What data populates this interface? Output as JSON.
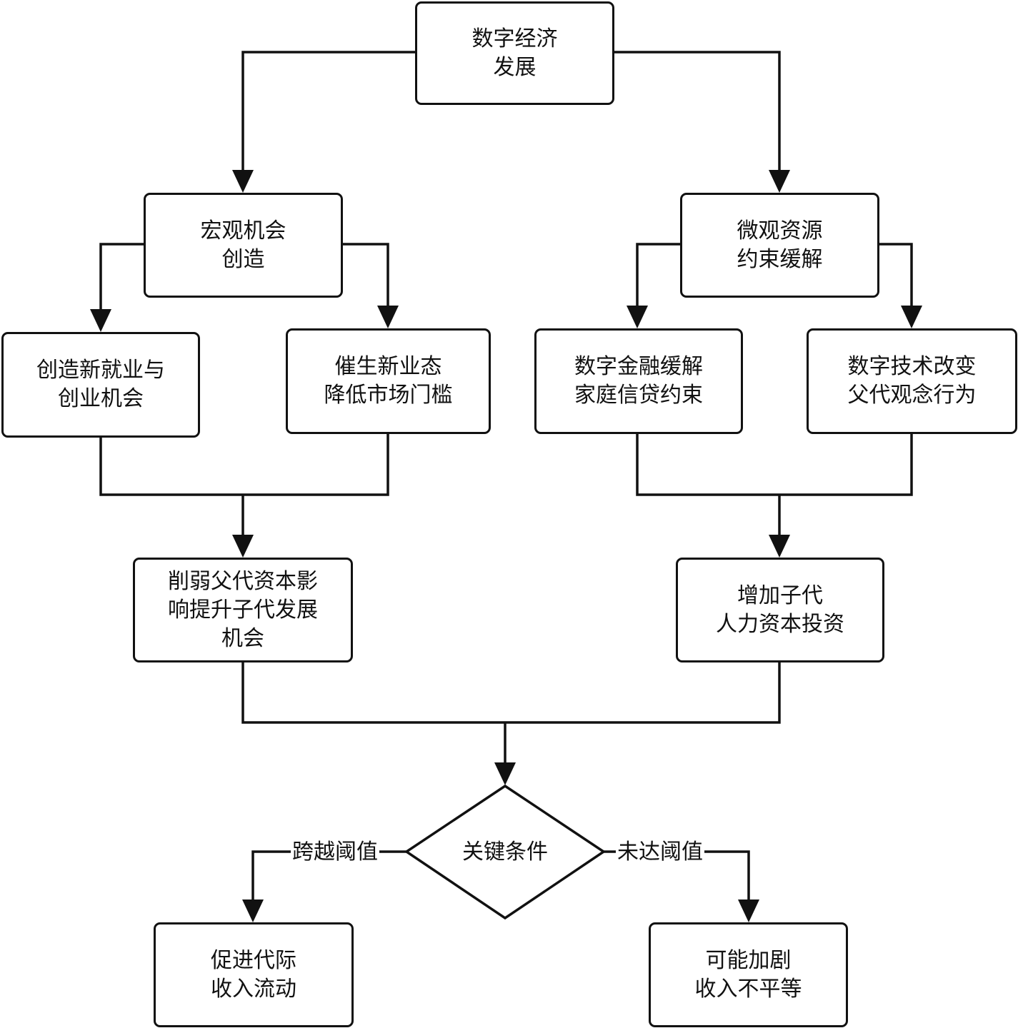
{
  "diagram": {
    "type": "flowchart",
    "nodes": {
      "root": "数字经济\n发展",
      "macro": "宏观机会\n创造",
      "micro": "微观资源\n约束缓解",
      "jobs": "创造新就业与\n创业机会",
      "new_business": "催生新业态\n降低市场门槛",
      "digital_finance": "数字金融缓解\n家庭信贷约束",
      "digital_tech": "数字技术改变\n父代观念行为",
      "weaken_parent": "削弱父代资本影\n响提升子代发展\n机会",
      "human_capital": "增加子代\n人力资本投资",
      "key_condition": "关键条件",
      "promote_mobility": "促进代际\n收入流动",
      "worsen_inequality": "可能加剧\n收入不平等"
    },
    "edge_labels": {
      "cross_threshold": "跨越阈值",
      "below_threshold": "未达阈值"
    }
  },
  "colors": {
    "stroke": "#111111",
    "fill": "#ffffff"
  }
}
